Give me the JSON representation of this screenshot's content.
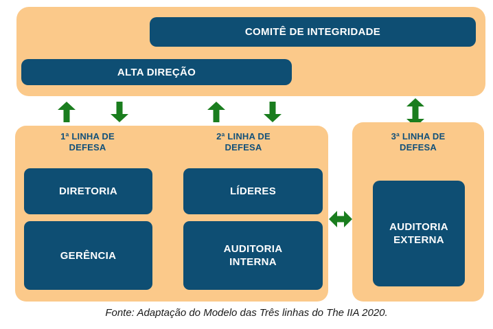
{
  "colors": {
    "page_bg": "#FFFFFF",
    "panel_bg": "#FBC98A",
    "box_bg": "#0E4E73",
    "box_text": "#FFFFFF",
    "label_text": "#11507A",
    "arrow": "#1A7D1E",
    "caption_text": "#1A1A1A"
  },
  "governance": {
    "integrity_committee": "COMITÊ DE INTEGRIDADE",
    "senior_management": "ALTA DIREÇÃO"
  },
  "defense_lines": {
    "first": {
      "label": "1ª LINHA DE\nDEFESA",
      "boxes": [
        "DIRETORIA",
        "GERÊNCIA"
      ]
    },
    "second": {
      "label": "2ª LINHA DE\nDEFESA",
      "boxes": [
        "LÍDERES",
        "AUDITORIA\nINTERNA"
      ]
    },
    "third": {
      "label": "3ª LINHA DE\nDEFESA",
      "boxes": [
        "AUDITORIA\nEXTERNA"
      ]
    }
  },
  "caption": "Fonte: Adaptação do Modelo das Três linhas do The IIA 2020."
}
